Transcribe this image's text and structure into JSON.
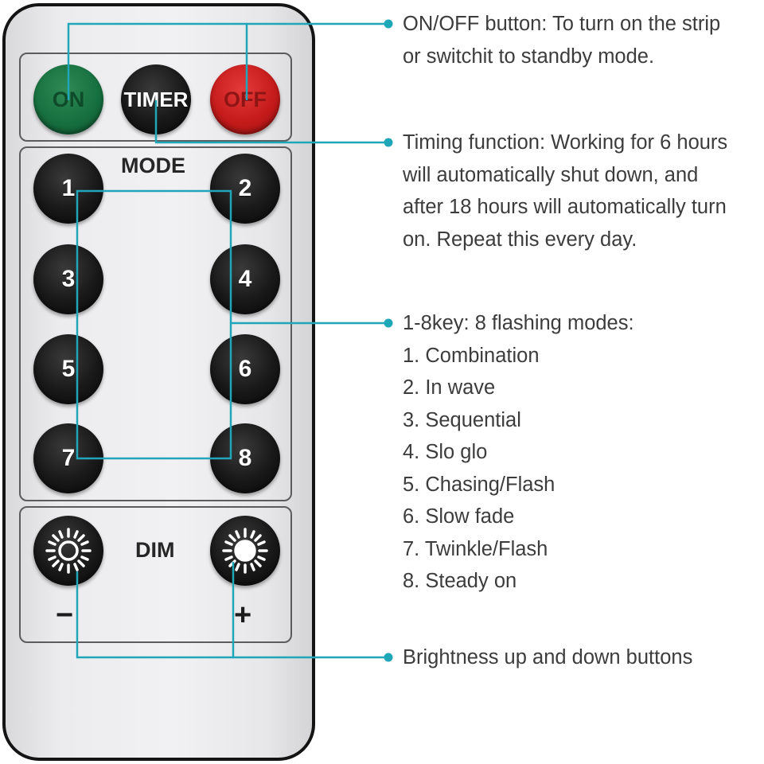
{
  "remote": {
    "on_button": "ON",
    "timer_button": "TIMER",
    "off_button": "OFF",
    "mode_label": "MODE",
    "mode_buttons": [
      "1",
      "2",
      "3",
      "4",
      "5",
      "6",
      "7",
      "8"
    ],
    "dim_label": "DIM",
    "minus_label": "−",
    "plus_label": "+",
    "dim_down_icon": "sun-outline-icon",
    "dim_up_icon": "sun-filled-icon"
  },
  "callouts": {
    "onoff": {
      "line1": "ON/OFF button: To turn on the strip",
      "line2": "or switchit to standby mode."
    },
    "timer": {
      "line1": "Timing function: Working for 6 hours",
      "line2": "will automatically shut down, and",
      "line3": "after 18 hours will automatically turn",
      "line4": "on. Repeat this every day."
    },
    "modes": {
      "heading": "1-8key: 8 flashing modes:",
      "items": [
        "1. Combination",
        "2. In wave",
        "3. Sequential",
        "4. Slo glo",
        "5. Chasing/Flash",
        "6. Slow fade",
        "7. Twinkle/Flash",
        "8. Steady on"
      ]
    },
    "brightness": {
      "line1": "Brightness up and down buttons"
    }
  },
  "colors": {
    "leader_line": "#1fa6b8",
    "on_button": "#177040",
    "off_button": "#c51b1b",
    "key": "#141414",
    "text": "#3c3c3c"
  }
}
